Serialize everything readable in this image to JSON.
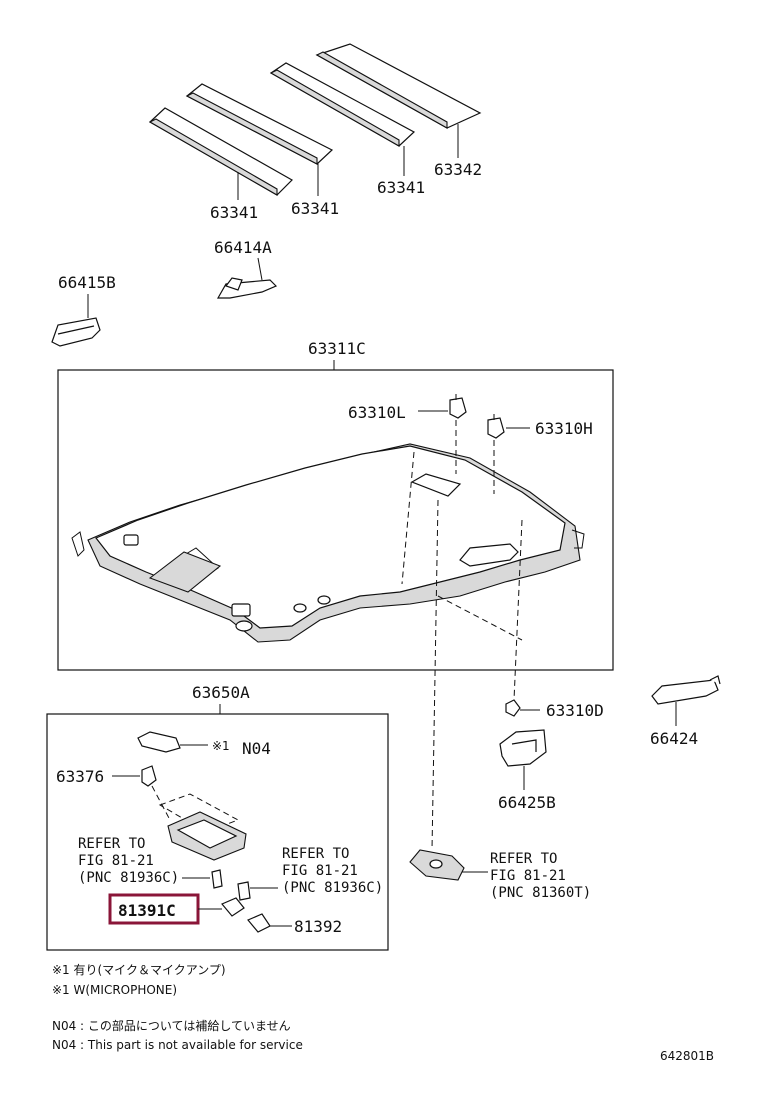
{
  "labels": {
    "p63341a": "63341",
    "p63341b": "63341",
    "p63341c": "63341",
    "p63342": "63342",
    "p66414a": "66414A",
    "p66415b": "66415B",
    "p63311c": "63311C",
    "p63310l": "63310L",
    "p63310h": "63310H",
    "p63310d": "63310D",
    "p63650a": "63650A",
    "n04": "N04",
    "mark1": "※1",
    "p63376": "63376",
    "p66424": "66424",
    "p66425b": "66425B",
    "p81391c": "81391C",
    "p81392": "81392"
  },
  "refs": {
    "left": {
      "line1": "REFER TO",
      "line2": "FIG 81-21",
      "line3": "(PNC 81936C)"
    },
    "middle": {
      "line1": "REFER TO",
      "line2": "FIG 81-21",
      "line3": "(PNC 81936C)"
    },
    "right": {
      "line1": "REFER TO",
      "line2": "FIG 81-21",
      "line3": "(PNC 81360T)"
    }
  },
  "notes": {
    "note1_jp": "※1  有り(マイク＆マイクアンプ)",
    "note1_en": "※1  W(MICROPHONE)",
    "n04_jp": "N04 : この部品については補給していません",
    "n04_en": "N04 : This part is not available for service"
  },
  "figure_code": "642801B",
  "colors": {
    "highlight": "#8a1538",
    "line": "#111111"
  }
}
